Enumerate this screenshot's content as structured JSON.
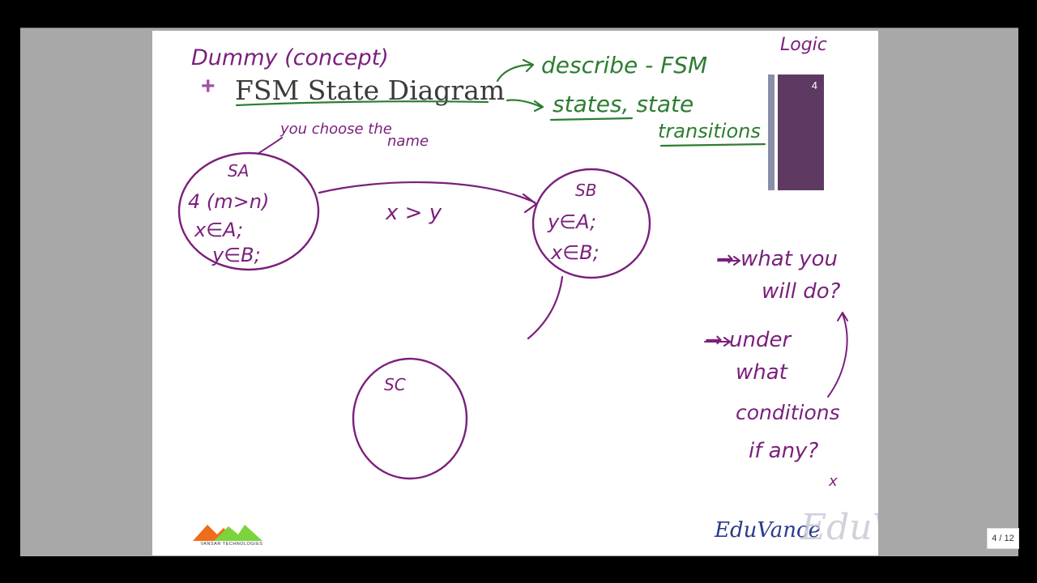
{
  "slide": {
    "title": "FSM State Diagram",
    "bullet": "+",
    "slide_number": "4",
    "logo_text": "VANSAR TECHNOLOGIES",
    "watermark_small": "EduVance",
    "watermark_large": "EduVance"
  },
  "page_indicator": "4 / 12",
  "annotations": {
    "dummy_concept": "Dummy (concept)",
    "logic": "Logic",
    "describe_fsm": "describe - FSM",
    "states_transitions_1": "states, state",
    "states_transitions_2": "transitions",
    "you_choose_1": "you choose the",
    "you_choose_2": "name",
    "what_you_1": "→ what you",
    "what_you_2": "will do?",
    "under": "→ under",
    "what": "what",
    "conditions": "conditions",
    "if_any": "if any?",
    "x_mark": "x"
  },
  "states": {
    "sa": {
      "name": "SA",
      "line1": "4 (m>n)",
      "line2": "x∈A;",
      "line3": "y∈B;"
    },
    "sb": {
      "name": "SB",
      "line1": "y∈A;",
      "line2": "x∈B;"
    },
    "sc": {
      "name": "SC"
    }
  },
  "transition_label": "x > y",
  "colors": {
    "ink_purple": "#7a1f7c",
    "ink_green": "#2e7d32",
    "title_bullet": "#a24ea8",
    "slide_num_bg": "#5e3a63"
  }
}
